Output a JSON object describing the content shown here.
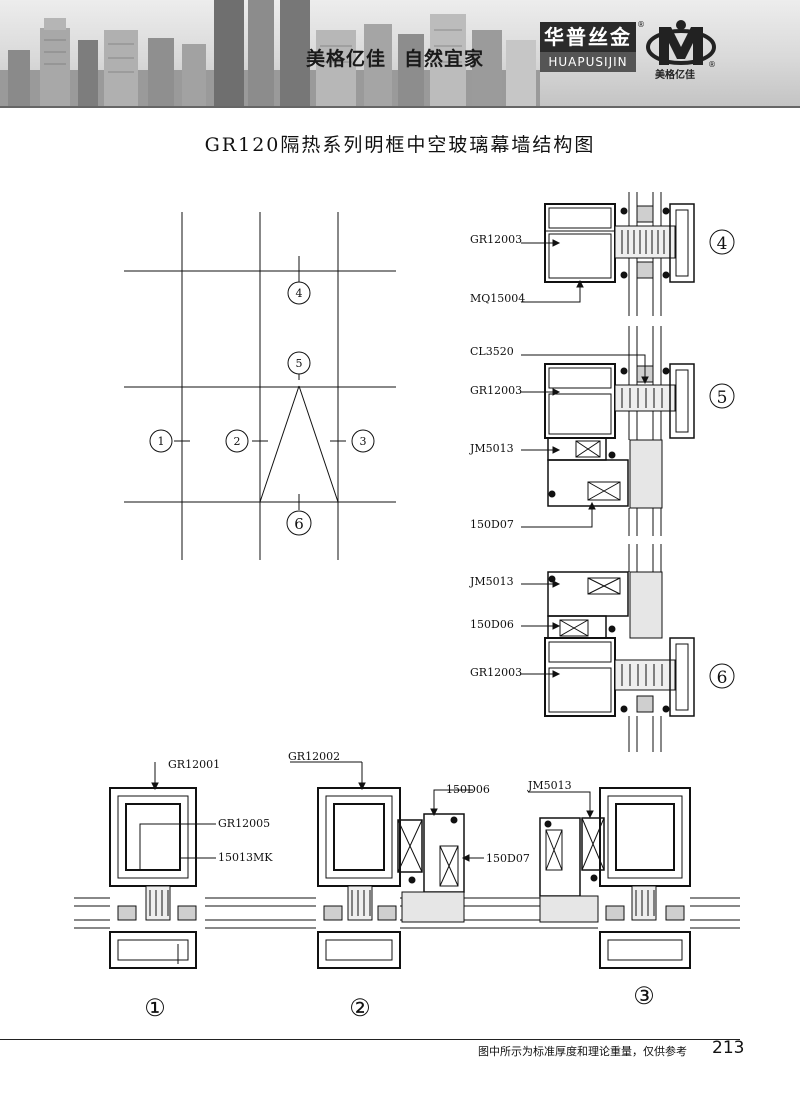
{
  "header": {
    "slogan_1": "美格亿佳",
    "slogan_2": "自然宜家",
    "brand_cn": "华普丝金",
    "brand_en": "HUAPUSIJIN",
    "logo_text": "美格亿佳",
    "registered_mark": "®"
  },
  "title": "GR120隔热系列明框中空玻璃幕墙结构图",
  "elevation_markers": {
    "m1": "1",
    "m2": "2",
    "m3": "3",
    "m4": "4",
    "m5": "5",
    "m6": "6"
  },
  "section_markers": {
    "s4": "④",
    "s5": "⑤",
    "s6": "⑥",
    "b1": "①",
    "b2": "②",
    "b3": "③"
  },
  "part_labels": {
    "s4_a": "GR12003",
    "s4_b": "MQ15004",
    "s5_a": "CL3520",
    "s5_b": "GR12003",
    "s5_c": "JM5013",
    "s5_d": "150D07",
    "s6_a": "JM5013",
    "s6_b": "150D06",
    "s6_c": "GR12003",
    "b1_a": "GR12001",
    "b1_b": "GR12005",
    "b1_c": "15013MK",
    "b2_a": "GR12002",
    "b2_b": "150D06",
    "b2_c": "150D07",
    "b3_a": "JM5013"
  },
  "footer": {
    "note": "图中所示为标准厚度和理论重量，仅供参考",
    "page_number": "213"
  }
}
